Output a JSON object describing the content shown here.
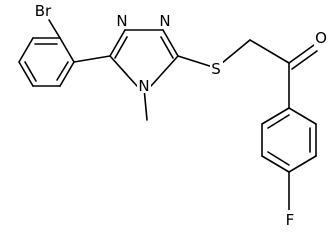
{
  "molecule": {
    "atoms": [
      {
        "id": "br",
        "label": "Br"
      },
      {
        "id": "n1",
        "label": "N"
      },
      {
        "id": "n2",
        "label": "N"
      },
      {
        "id": "n4",
        "label": "N"
      },
      {
        "id": "s",
        "label": "S"
      },
      {
        "id": "o",
        "label": "O"
      },
      {
        "id": "f",
        "label": "F"
      }
    ]
  }
}
